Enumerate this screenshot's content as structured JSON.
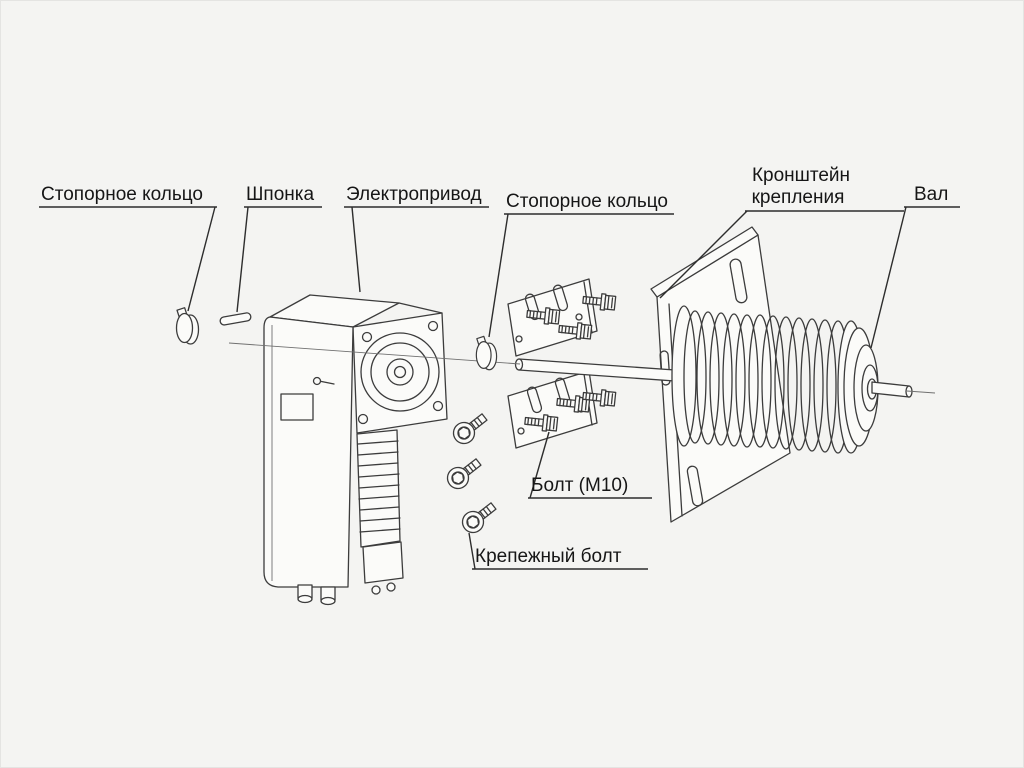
{
  "page": {
    "type": "exploded-assembly-diagram",
    "background_color": "#f4f4f2",
    "line_color": "#3c3c3c",
    "text_color": "#161616"
  },
  "labels": {
    "ring_left": "Стопорное кольцо",
    "key": "Шпонка",
    "drive": "Электропривод",
    "ring_right": "Стопорное кольцо",
    "bracket_line1": "Кронштейн",
    "bracket_line2": "крепления",
    "shaft": "Вал",
    "bolt_m10": "Болт (М10)",
    "mounting_bolt": "Крепежный болт"
  }
}
